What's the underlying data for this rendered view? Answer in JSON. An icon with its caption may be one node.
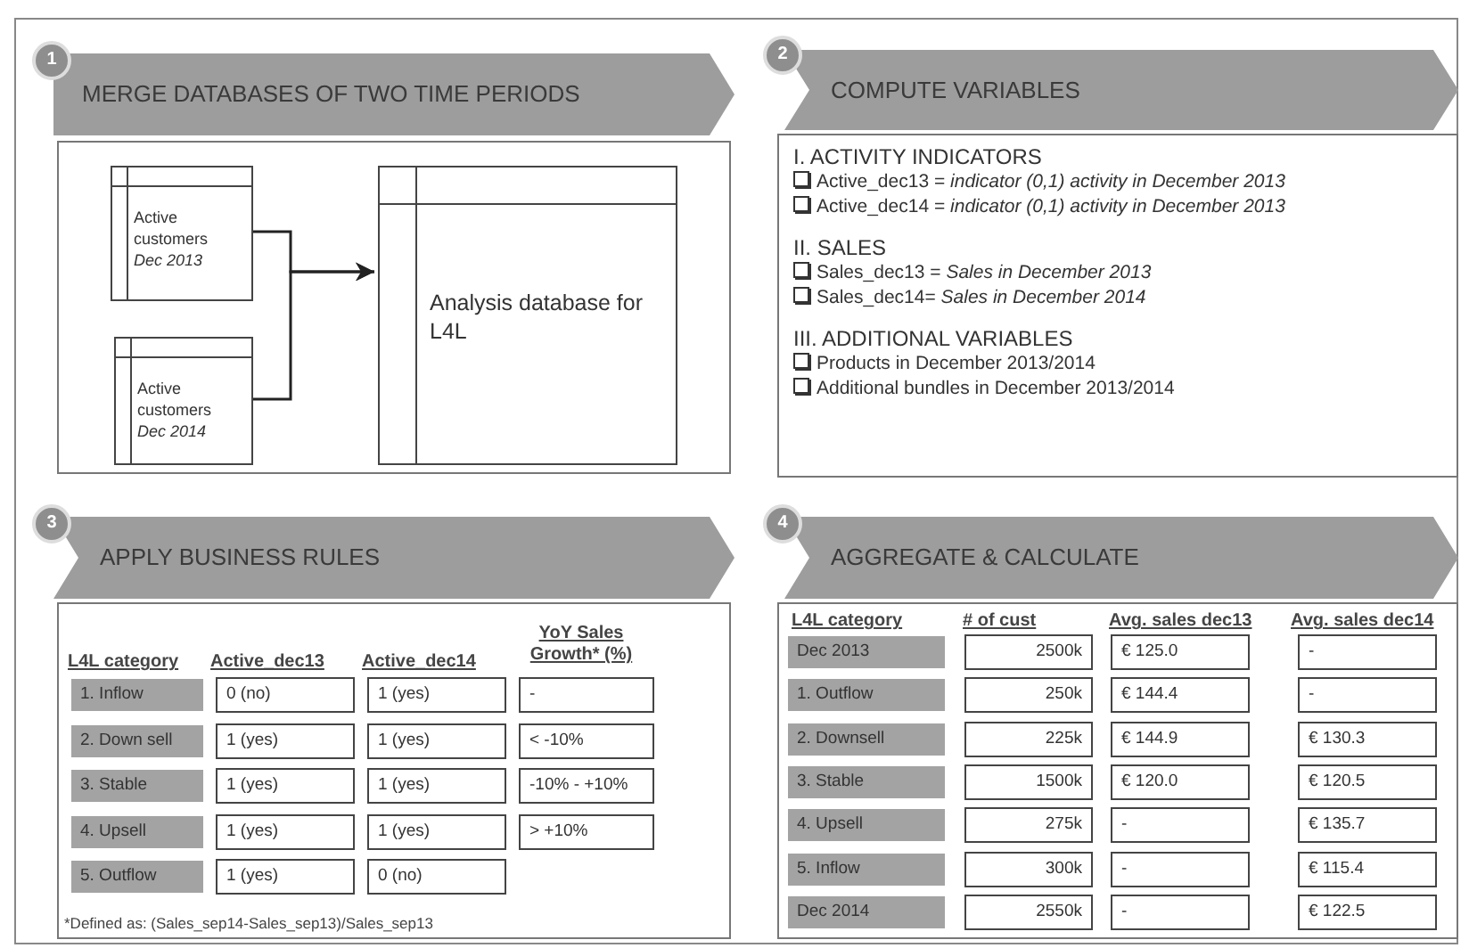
{
  "diagram": {
    "nodes": [
      {
        "text": [
          "1"
        ]
      },
      {
        "text": [
          "MERGE DATABASES OF TWO TIME PERIODS"
        ]
      },
      {
        "text": [],
        "shape": "box"
      },
      {
        "text": [
          "Active customers",
          "Dec 2013"
        ],
        "in": 2
      },
      {
        "text": [
          "Active customers",
          "Dec 2014"
        ],
        "in": 2
      },
      {
        "text": [
          "Analysis database for L4L"
        ],
        "in": 2
      },
      {
        "text": [
          "2"
        ]
      },
      {
        "text": [
          "COMPUTE VARIABLES"
        ]
      },
      {
        "text": [
          "I. ACTIVITY INDICATORS",
          "Active_dec13 = *indicator (0,1) activity in December 2013*",
          "Active_dec14 = *indicator (0,1) activity in December 2013*",
          "II. SALES",
          "Sales_dec13 = *Sales in December 2013*",
          "Sales_dec14= *Sales in December 2014*",
          "III. ADDITIONAL VARIABLES",
          "Products in December 2013/2014",
          "Additional bundles in December 2013/2014"
        ]
      },
      {
        "text": [
          "3"
        ]
      },
      {
        "text": [
          "APPLY BUSINESS RULES"
        ]
      },
      {
        "text": [],
        "shape": "box"
      },
      {
        "text": [
          "1. Inflow"
        ],
        "in": 11
      },
      {
        "text": [
          "0 (no)"
        ],
        "in": 11
      },
      {
        "text": [
          "1 (yes)"
        ],
        "in": 11
      },
      {
        "text": [
          "-"
        ],
        "in": 11
      },
      {
        "text": [
          "2. Down sell"
        ],
        "in": 11
      },
      {
        "text": [
          "1 (yes)"
        ],
        "in": 11
      },
      {
        "text": [
          "1 (yes)"
        ],
        "in": 11
      },
      {
        "text": [
          "< -10%"
        ],
        "in": 11
      },
      {
        "text": [
          "3. Stable"
        ],
        "in": 11
      },
      {
        "text": [
          "1 (yes)"
        ],
        "in": 11
      },
      {
        "text": [
          "1 (yes)"
        ],
        "in": 11
      },
      {
        "text": [
          "-10% - +10%"
        ],
        "in": 11
      },
      {
        "text": [
          "4. Upsell"
        ],
        "in": 11
      },
      {
        "text": [
          "1 (yes)"
        ],
        "in": 11
      },
      {
        "text": [
          "1 (yes)"
        ],
        "in": 11
      },
      {
        "text": [
          "> +10%"
        ],
        "in": 11
      },
      {
        "text": [
          "5. Outflow"
        ],
        "in": 11
      },
      {
        "text": [
          "1 (yes)"
        ],
        "in": 11
      },
      {
        "text": [
          "0 (no)"
        ],
        "in": 11
      },
      {
        "text": [
          "4"
        ]
      },
      {
        "text": [
          "AGGREGATE & CALCULATE"
        ]
      },
      {
        "text": [],
        "shape": "box"
      },
      {
        "text": [
          "Dec 2013"
        ],
        "in": 33
      },
      {
        "text": [
          "2500k"
        ],
        "in": 33
      },
      {
        "text": [
          "€ 125.0"
        ],
        "in": 33
      },
      {
        "text": [
          "-"
        ],
        "in": 33
      },
      {
        "text": [
          "1. Outflow"
        ],
        "in": 33
      },
      {
        "text": [
          "250k"
        ],
        "in": 33
      },
      {
        "text": [
          "€ 144.4"
        ],
        "in": 33
      },
      {
        "text": [
          "-"
        ],
        "in": 33
      },
      {
        "text": [
          "2. Downsell"
        ],
        "in": 33
      },
      {
        "text": [
          "225k"
        ],
        "in": 33
      },
      {
        "text": [
          "€ 144.9"
        ],
        "in": 33
      },
      {
        "text": [
          "€ 130.3"
        ],
        "in": 33
      },
      {
        "text": [
          "3. Stable"
        ],
        "in": 33
      },
      {
        "text": [
          "1500k"
        ],
        "in": 33
      },
      {
        "text": [
          "€ 120.0"
        ],
        "in": 33
      },
      {
        "text": [
          "€ 120.5"
        ],
        "in": 33
      },
      {
        "text": [
          "4. Upsell"
        ],
        "in": 33
      },
      {
        "text": [
          "275k"
        ],
        "in": 33
      },
      {
        "text": [
          "-"
        ],
        "in": 33
      },
      {
        "text": [
          "€ 135.7"
        ],
        "in": 33
      },
      {
        "text": [
          "5. Inflow"
        ],
        "in": 33
      },
      {
        "text": [
          "300k"
        ],
        "in": 33
      },
      {
        "text": [
          "-"
        ],
        "in": 33
      },
      {
        "text": [
          "€ 115.4"
        ],
        "in": 33
      },
      {
        "text": [
          "Dec 2014"
        ],
        "in": 33
      },
      {
        "text": [
          "2550k"
        ],
        "in": 33
      },
      {
        "text": [
          "-"
        ],
        "in": 33
      },
      {
        "text": [
          "€ 122.5"
        ],
        "in": 33
      }
    ],
    "edges": [
      {
        "from": 3,
        "to": 5,
        "arrow": "to"
      },
      {
        "from": 4,
        "to": 5,
        "arrow": "to"
      }
    ],
    "labels": [
      "L4L category",
      "Active_dec13",
      "Active_dec14",
      "YoY Sales Growth* (%)",
      "L4L category",
      "# of cust",
      "Avg. sales dec13",
      "Avg. sales dec14",
      "*Defined as: (Sales_sep14-Sales_sep13)/Sales_sep13"
    ]
  }
}
